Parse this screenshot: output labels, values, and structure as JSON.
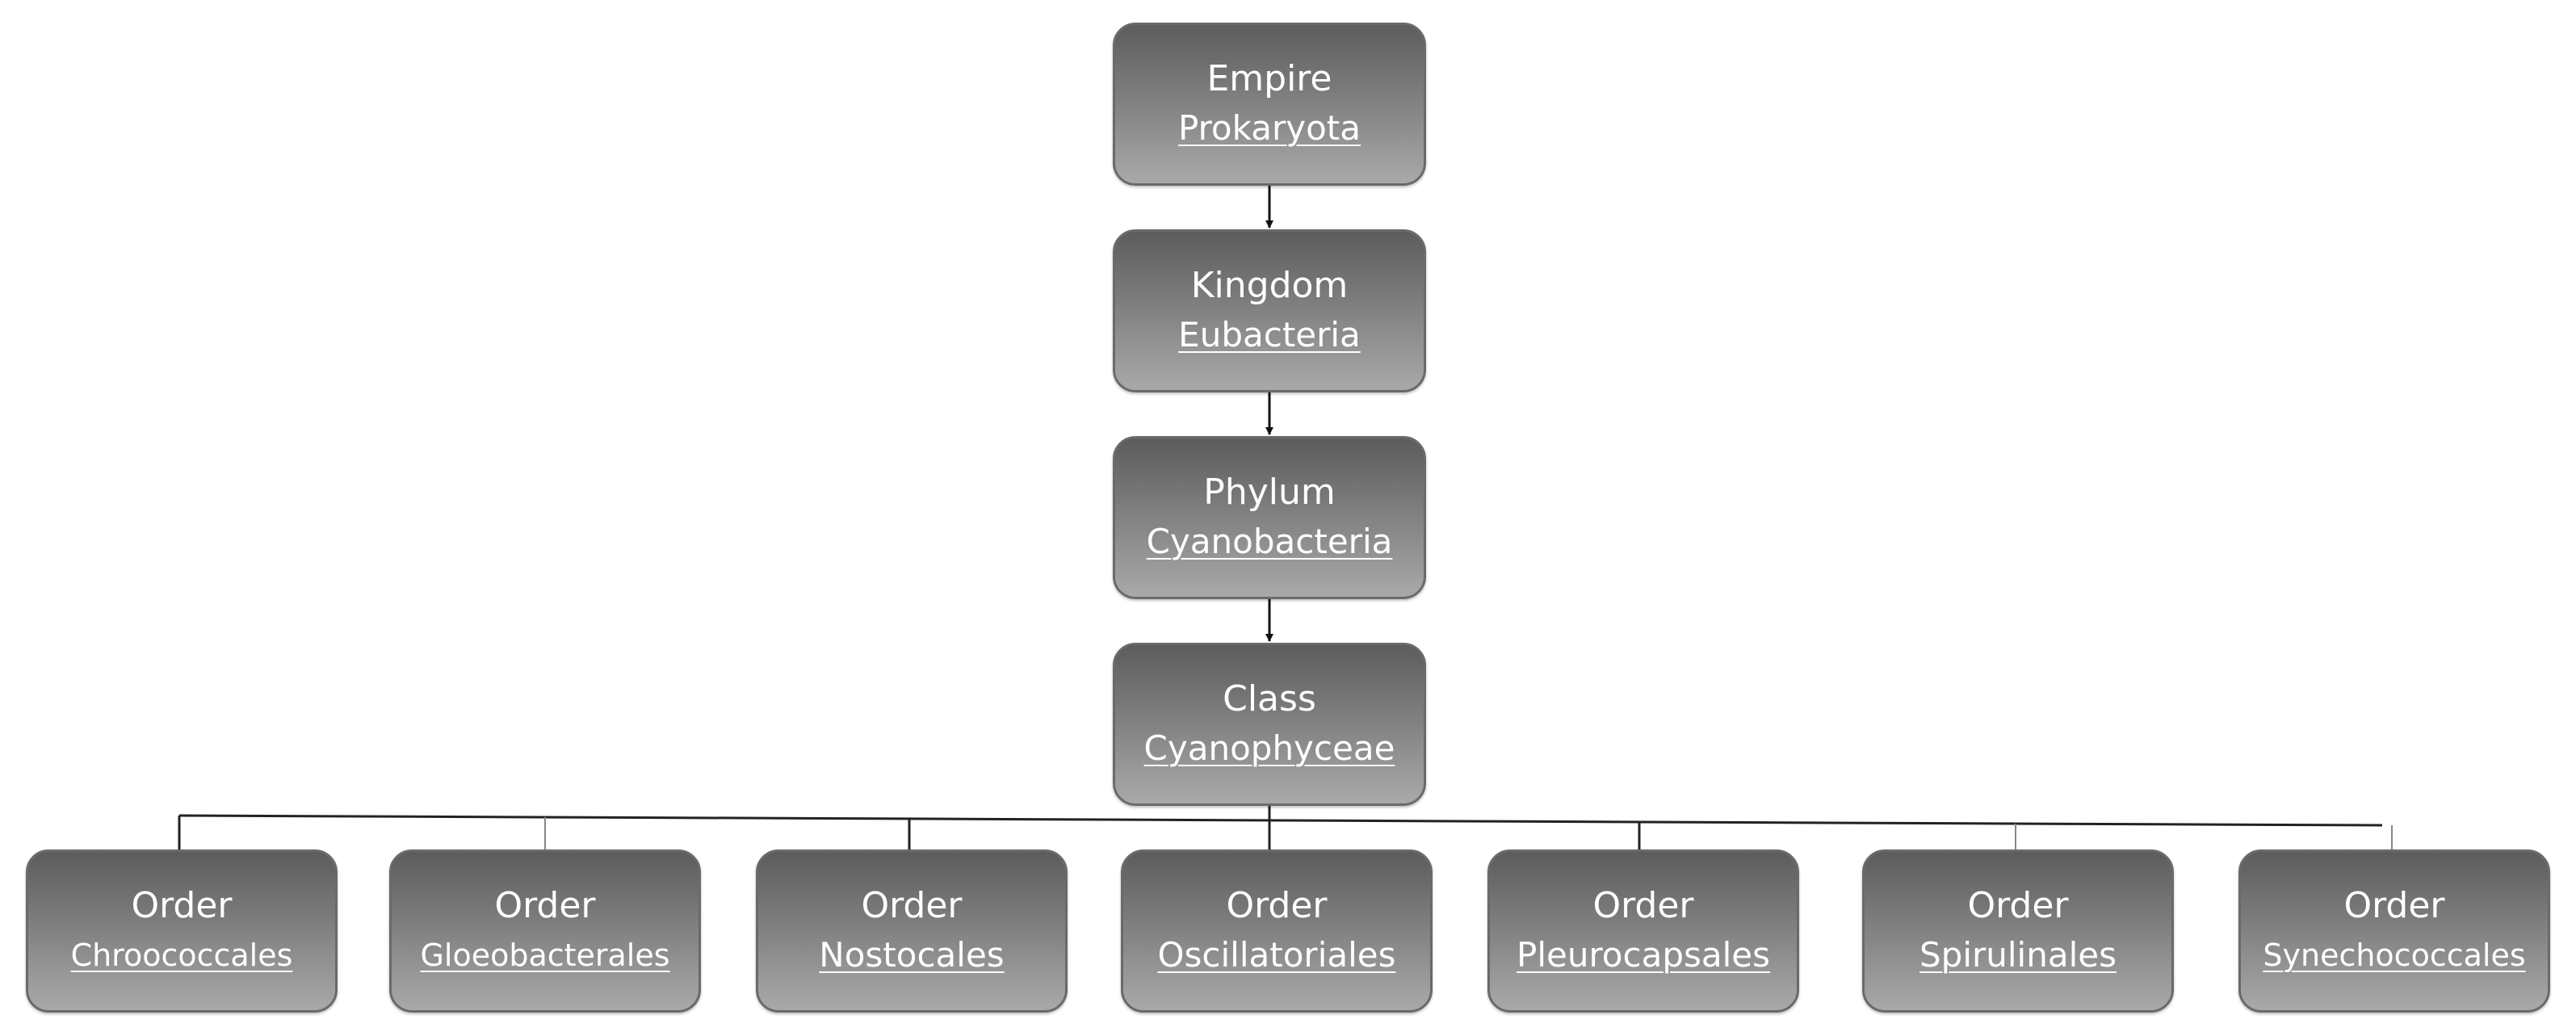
{
  "hierarchy": [
    {
      "rank": "Empire",
      "name": "Prokaryota"
    },
    {
      "rank": "Kingdom",
      "name": "Eubacteria"
    },
    {
      "rank": "Phylum",
      "name": "Cyanobacteria"
    },
    {
      "rank": "Class",
      "name": "Cyanophyceae"
    }
  ],
  "orders": [
    {
      "rank": "Order",
      "name": "Chroococcales"
    },
    {
      "rank": "Order",
      "name": "Gloeobacterales"
    },
    {
      "rank": "Order",
      "name": "Nostocales"
    },
    {
      "rank": "Order",
      "name": "Oscillatoriales"
    },
    {
      "rank": "Order",
      "name": "Pleurocapsales"
    },
    {
      "rank": "Order",
      "name": "Spirulinales"
    },
    {
      "rank": "Order",
      "name": "Synechococcales"
    }
  ]
}
